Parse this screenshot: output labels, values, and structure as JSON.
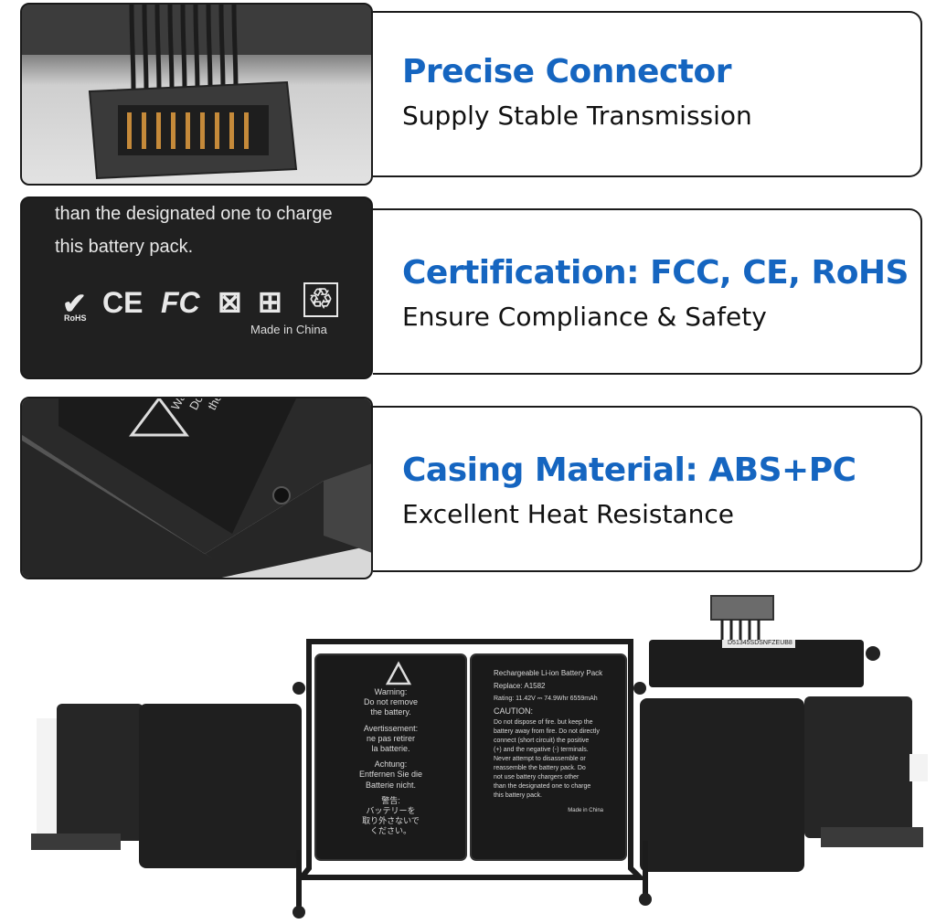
{
  "features": [
    {
      "title": "Precise Connector",
      "subtitle": "Supply Stable Transmission"
    },
    {
      "title": "Certification: FCC, CE, RoHS",
      "subtitle": "Ensure Compliance & Safety"
    },
    {
      "title": "Casing Material: ABS+PC",
      "subtitle": "Excellent Heat Resistance"
    }
  ],
  "cert_closeup": {
    "line1": "than the designated one to charge",
    "line2": "this battery pack.",
    "rohs": "RoHS",
    "ce": "CE",
    "fc": "FC",
    "made_in": "Made in China"
  },
  "warning_closeup": {
    "text1": "Warning:",
    "text2": "Do not",
    "text3": "the ba"
  },
  "battery": {
    "warning_panel": [
      "Warning:",
      "Do not remove",
      "the battery.",
      "Avertissement:",
      "ne pas retirer",
      "la batterie.",
      "Achtung:",
      "Entfernen Sie die",
      "Batterie nicht.",
      "警告:",
      "バッテリーを",
      "取り外さないで",
      "ください。"
    ],
    "info_title": "Rechargeable Li-ion Battery Pack",
    "replace": "Replace: A1582",
    "rating": "Rating: 11.42V ⎓ 74.9Whr 6559mAh",
    "caution": "CAUTION:",
    "caution_text": [
      "Do not dispose of fire. but keep the",
      "battery away from fire. Do not directly",
      "connect (short circuit) the positive",
      "(+) and the negative (-) terminals.",
      "Never attempt to disassemble or",
      "reassemble the battery pack. Do",
      "not use battery chargers other",
      "than the designated one to charge",
      "this battery pack."
    ],
    "made_in": "Made in China",
    "serial": "D51345SDSNFZEUB8"
  },
  "colors": {
    "accent": "#1565c0",
    "text": "#111111",
    "border": "#1a1a1a"
  }
}
